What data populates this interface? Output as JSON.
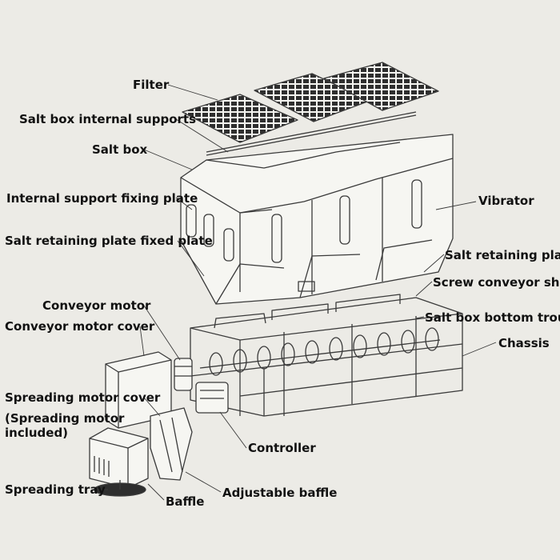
{
  "colors": {
    "background": "#ecebe6",
    "line": "#3a3a3a",
    "text": "#111111"
  },
  "labels": {
    "filter": "Filter",
    "salt_box_internal_supports": "Salt box internal supports",
    "salt_box": "Salt box",
    "internal_support_fixing_plate": "Internal support fixing plate",
    "salt_retaining_plate_fixed_plate": "Salt retaining plate fixed plate",
    "conveyor_motor": "Conveyor motor",
    "conveyor_motor_cover": "Conveyor motor cover",
    "spreading_motor_cover": "Spreading motor cover",
    "spreading_motor_included_line1": "(Spreading motor",
    "spreading_motor_included_line2": "included)",
    "spreading_tray": "Spreading tray",
    "baffle": "Baffle",
    "adjustable_baffle": "Adjustable baffle",
    "controller": "Controller",
    "vibrator": "Vibrator",
    "salt_retaining_plate": "Salt retaining plate",
    "screw_conveyor_shaft": "Screw conveyor shaft",
    "salt_box_bottom_trough": "Salt box bottom trough",
    "chassis": "Chassis"
  }
}
